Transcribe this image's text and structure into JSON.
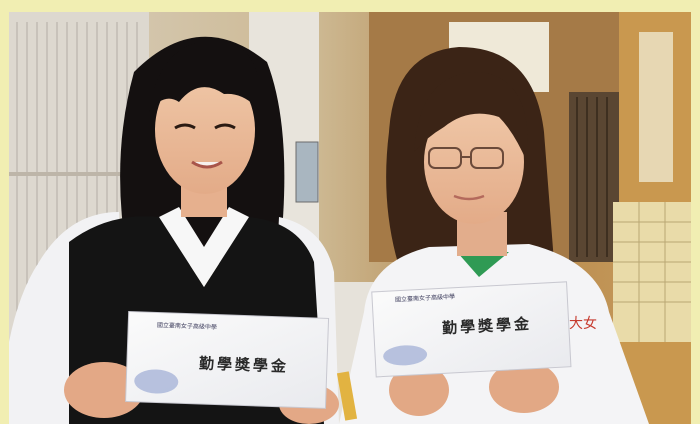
{
  "photo": {
    "frame_color": "#f1eeb2",
    "envelope_left": {
      "label": "勤學獎學金",
      "header": "國立臺南女子高級中學"
    },
    "envelope_right": {
      "label": "勤學獎學金",
      "header": "國立臺南女子高級中學"
    },
    "uniform_text": "大女"
  }
}
